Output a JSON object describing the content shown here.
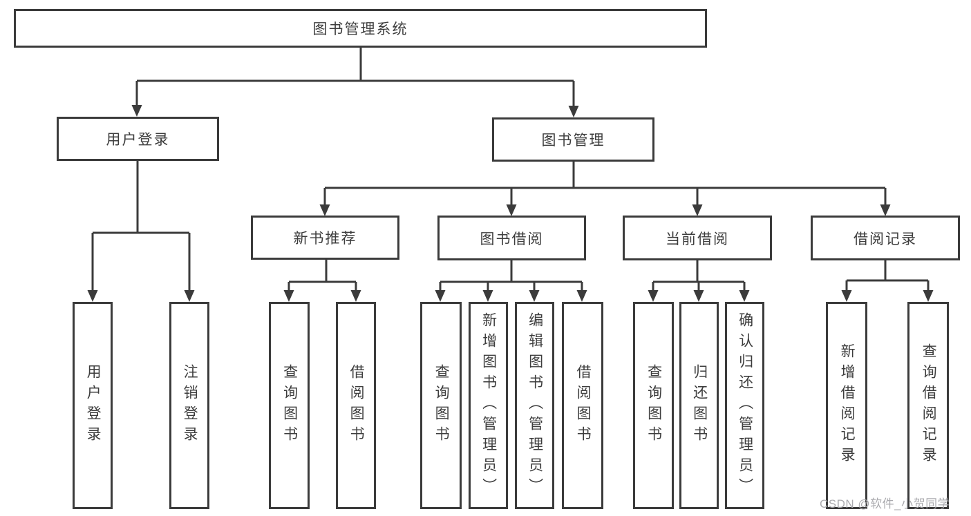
{
  "diagram_type": "hierarchy-tree",
  "colors": {
    "line": "#3b3b3b",
    "box_border": "#3b3b3b",
    "box_fill": "#ffffff",
    "text": "#3d3d3d",
    "watermark": "#ababaf",
    "background": "#ffffff"
  },
  "nodes": {
    "root": {
      "label": "图书管理系统"
    },
    "user_login": {
      "label": "用户登录"
    },
    "book_mgmt": {
      "label": "图书管理"
    },
    "new_books": {
      "label": "新书推荐"
    },
    "book_borrow": {
      "label": "图书借阅"
    },
    "current_borrow": {
      "label": "当前借阅"
    },
    "borrow_records": {
      "label": "借阅记录"
    },
    "leaf_user_login": {
      "label": "用户登录"
    },
    "leaf_logout": {
      "label": "注销登录"
    },
    "leaf_nb_query": {
      "label": "查询图书"
    },
    "leaf_nb_borrow": {
      "label": "借阅图书"
    },
    "leaf_bb_query": {
      "label": "查询图书"
    },
    "leaf_bb_add": {
      "label": "新增图书（管理员）"
    },
    "leaf_bb_edit": {
      "label": "编辑图书（管理员）"
    },
    "leaf_bb_borrow": {
      "label": "借阅图书"
    },
    "leaf_cb_query": {
      "label": "查询图书"
    },
    "leaf_cb_return": {
      "label": "归还图书"
    },
    "leaf_cb_confirm": {
      "label": "确认归还（管理员）"
    },
    "leaf_br_add": {
      "label": "新增借阅记录"
    },
    "leaf_br_query": {
      "label": "查询借阅记录"
    }
  },
  "tree": {
    "图书管理系统": {
      "用户登录": [
        "用户登录",
        "注销登录"
      ],
      "图书管理": {
        "新书推荐": [
          "查询图书",
          "借阅图书"
        ],
        "图书借阅": [
          "查询图书",
          "新增图书（管理员）",
          "编辑图书（管理员）",
          "借阅图书"
        ],
        "当前借阅": [
          "查询图书",
          "归还图书",
          "确认归还（管理员）"
        ],
        "借阅记录": [
          "新增借阅记录",
          "查询借阅记录"
        ]
      }
    }
  },
  "watermark": "CSDN @软件_小贺同学"
}
